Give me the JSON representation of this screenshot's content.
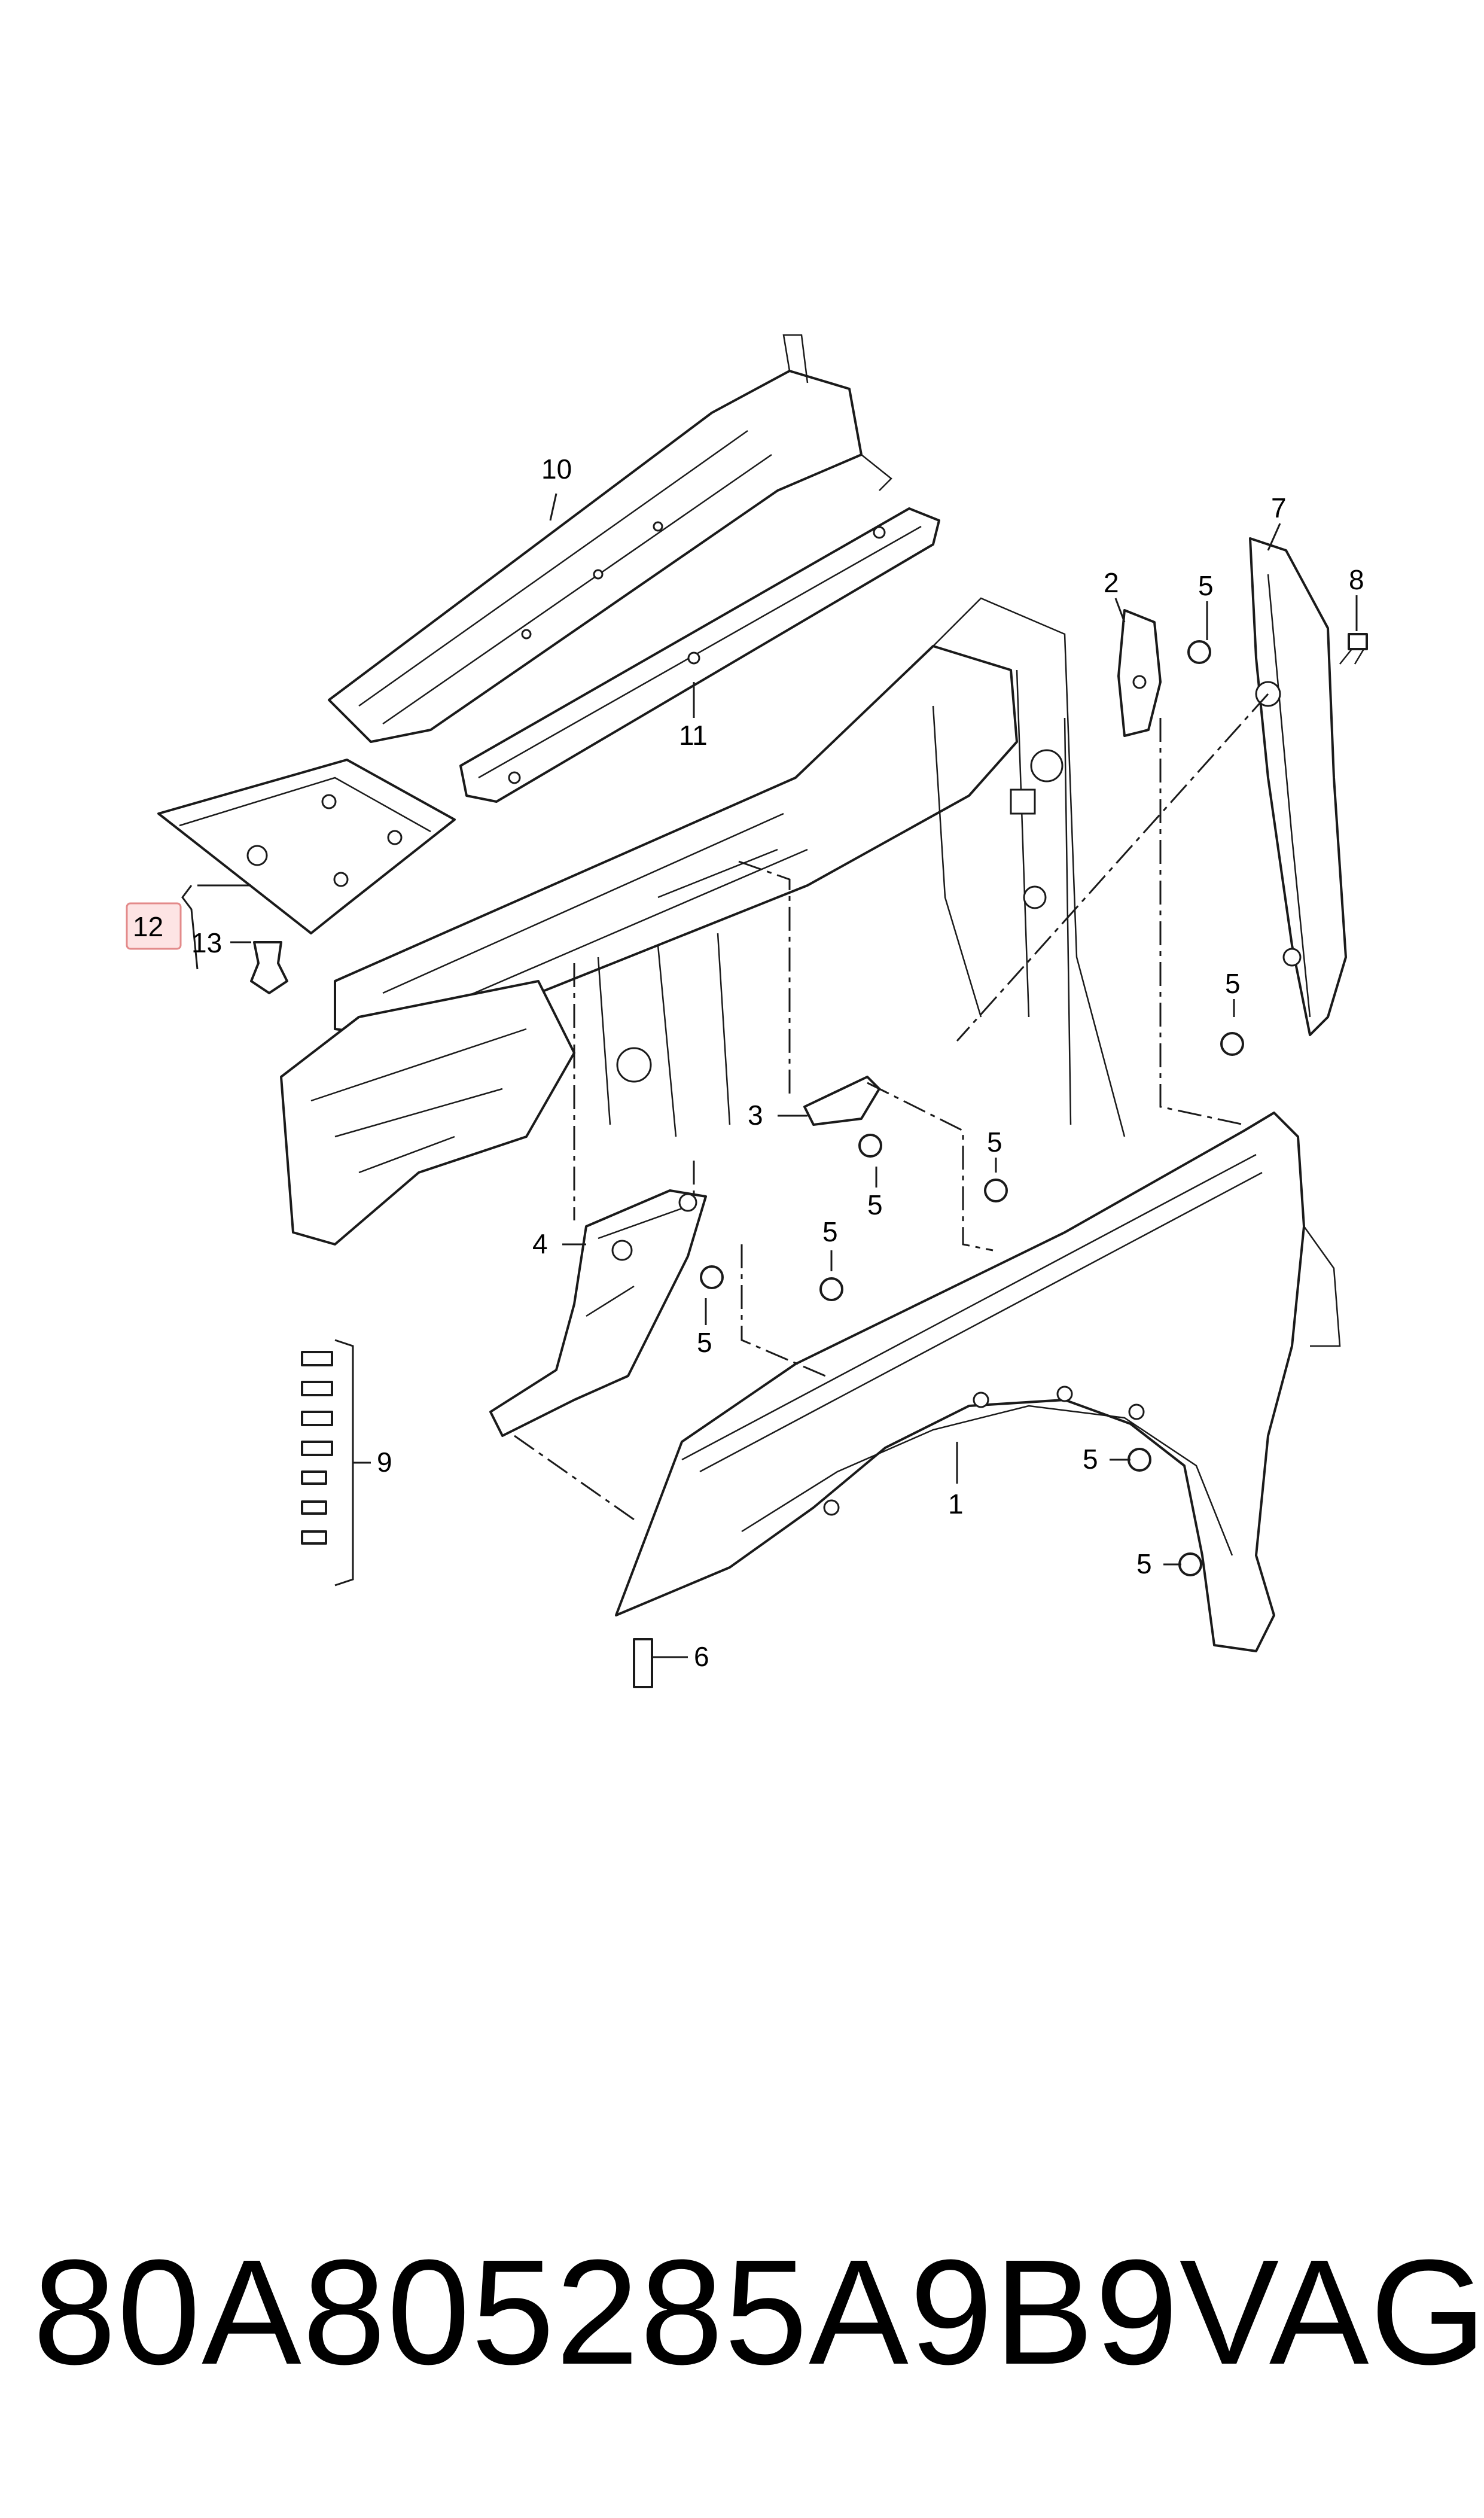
{
  "callouts": [
    {
      "id": "1",
      "label": "1"
    },
    {
      "id": "2",
      "label": "2"
    },
    {
      "id": "3",
      "label": "3"
    },
    {
      "id": "4",
      "label": "4"
    },
    {
      "id": "5",
      "label": "5"
    },
    {
      "id": "6",
      "label": "6"
    },
    {
      "id": "7",
      "label": "7"
    },
    {
      "id": "8",
      "label": "8"
    },
    {
      "id": "9",
      "label": "9"
    },
    {
      "id": "10",
      "label": "10"
    },
    {
      "id": "11",
      "label": "11"
    },
    {
      "id": "12",
      "label": "12"
    },
    {
      "id": "13",
      "label": "13"
    }
  ],
  "highlight": {
    "callout": "12",
    "fill": "#fde4e4",
    "stroke": "#e38a8a"
  },
  "footer": {
    "part_number": "80A805285A9B9",
    "brand": "VAG"
  }
}
